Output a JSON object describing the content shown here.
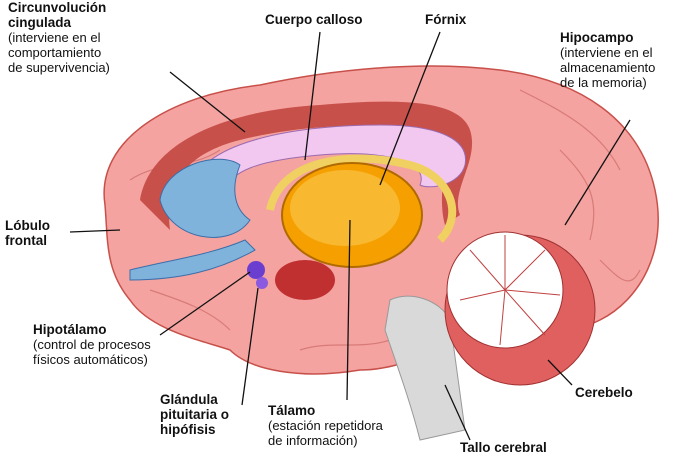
{
  "labels": {
    "cingulada": {
      "title1": "Circunvolución",
      "title2": "cingulada",
      "desc": [
        "(interviene en el",
        "comportamiento",
        "de supervivencia)"
      ]
    },
    "cuerpo_calloso": {
      "title": "Cuerpo calloso"
    },
    "fornix": {
      "title": "Fórnix"
    },
    "hipocampo": {
      "title": "Hipocampo",
      "desc": [
        "(interviene en el",
        "almacenamiento",
        "de la memoria)"
      ]
    },
    "lobulo_frontal": {
      "title1": "Lóbulo",
      "title2": "frontal"
    },
    "hipotalamo": {
      "title": "Hipotálamo",
      "desc": [
        "(control de procesos",
        "físicos automáticos)"
      ]
    },
    "glandula": {
      "title": [
        "Glándula",
        "pituitaria o",
        "hipófisis"
      ]
    },
    "talamo": {
      "title": "Tálamo",
      "desc": [
        "(estación repetidora",
        "de información)"
      ]
    },
    "tallo": {
      "title": "Tallo cerebral"
    },
    "cerebelo": {
      "title": "Cerebelo"
    }
  },
  "colors": {
    "cortex": "#f4a3a0",
    "cingulate": "#c8504a",
    "corpus": "#f2c8f0",
    "ventricle": "#7fb3dc",
    "thalamus": "#f5a000",
    "cerebellum": "#e06060",
    "stem": "#d9d9d9"
  }
}
